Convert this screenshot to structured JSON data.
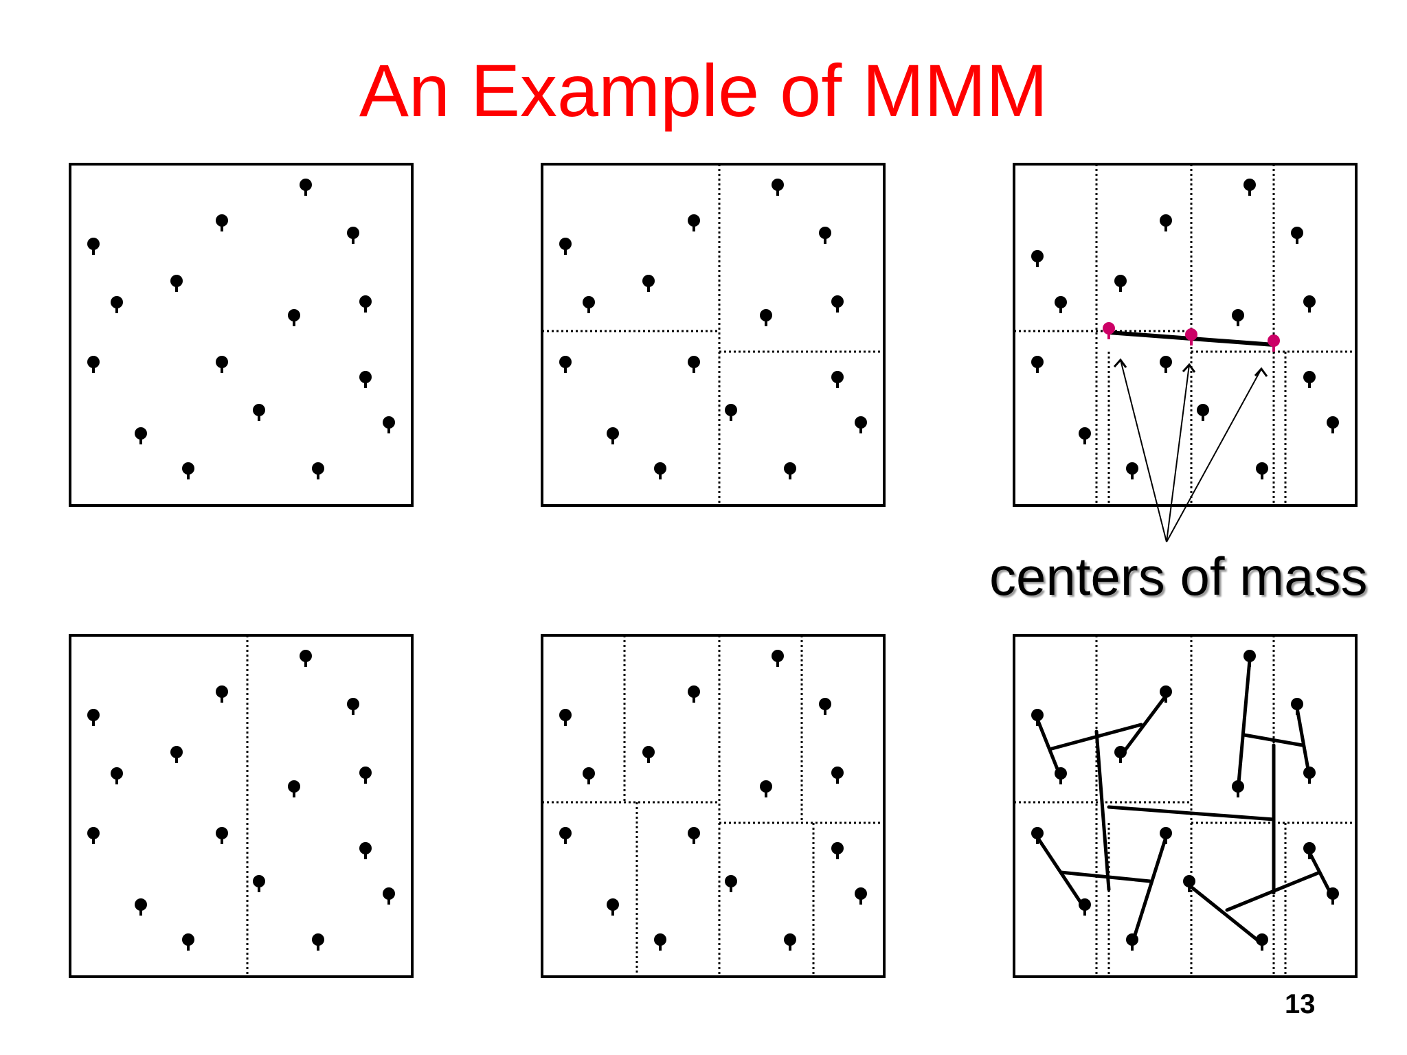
{
  "slide": {
    "title": "An Example of MMM",
    "annotation": "centers of mass",
    "page_number": "13"
  },
  "colors": {
    "title": "#ff0000",
    "point": "#000000",
    "center_of_mass": "#cc0066",
    "line": "#000000"
  },
  "panels": [
    "points",
    "first split",
    "second level splits",
    "first vertical split",
    "third level splits",
    "final matching"
  ]
}
